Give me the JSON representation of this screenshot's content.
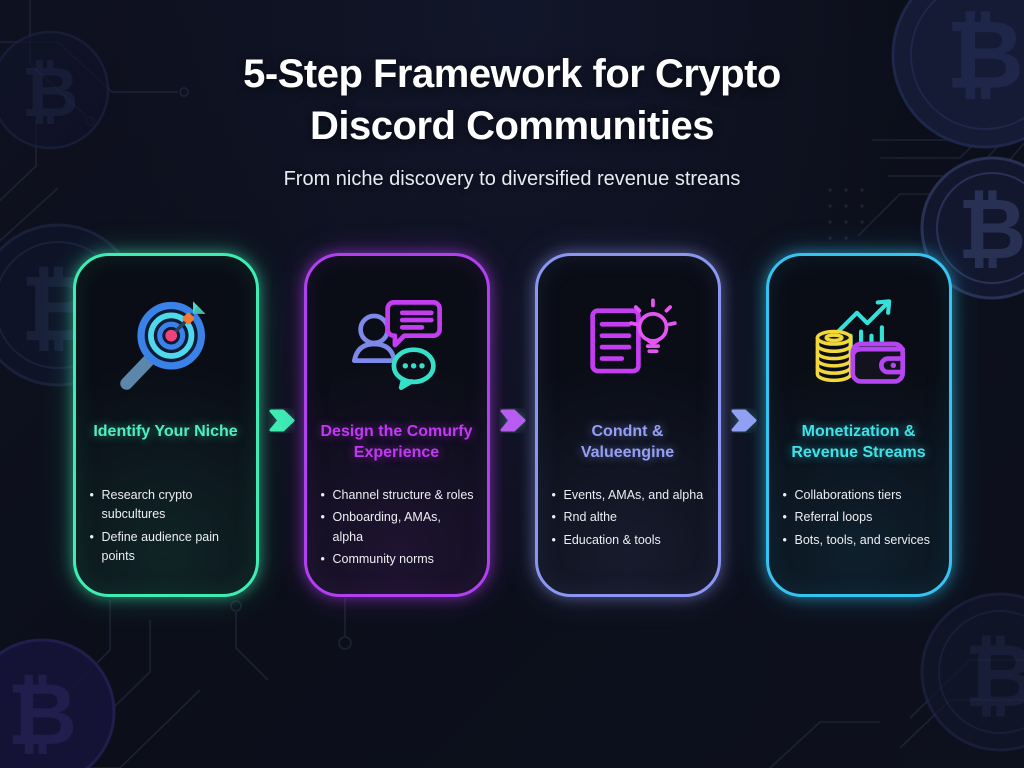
{
  "header": {
    "title": "5-Step Framework for Crypto Discord Communities",
    "subtitle": "From niche discovery to diversified revenue streans"
  },
  "cards": [
    {
      "title": "Identify Your Niche",
      "icon": "magnifier-target-dart-icon",
      "accent_color": "#3eedb2",
      "bullets": [
        "Research crypto subcultures",
        "Define audience pain points"
      ]
    },
    {
      "title": "Design the Comurfy Experience",
      "icon": "person-chat-bubbles-icon",
      "accent_color": "#b040f0",
      "bullets": [
        "Channel structure & roles",
        "Onboarding, AMAs, alpha",
        "Community norms"
      ]
    },
    {
      "title": "Condnt & Valueengine",
      "icon": "document-lightbulb-icon",
      "accent_color": "#8b96f0",
      "bullets": [
        "Events, AMAs, and alpha",
        "Rnd althe",
        "Education & tools"
      ]
    },
    {
      "title": "Monetization & Revenue Streams",
      "icon": "coins-wallet-growth-chart-icon",
      "accent_color": "#35c4f2",
      "bullets": [
        "Collaborations tiers",
        "Referral loops",
        "Bots, tools, and services"
      ]
    }
  ],
  "arrows": [
    {
      "color": "#3eedb2"
    },
    {
      "color": "#b95cf2"
    },
    {
      "color": "#94a0f4"
    }
  ],
  "background": {
    "base_color": "#0d101c",
    "circuit_color": "#2a3148",
    "coin_symbol": "₿"
  }
}
